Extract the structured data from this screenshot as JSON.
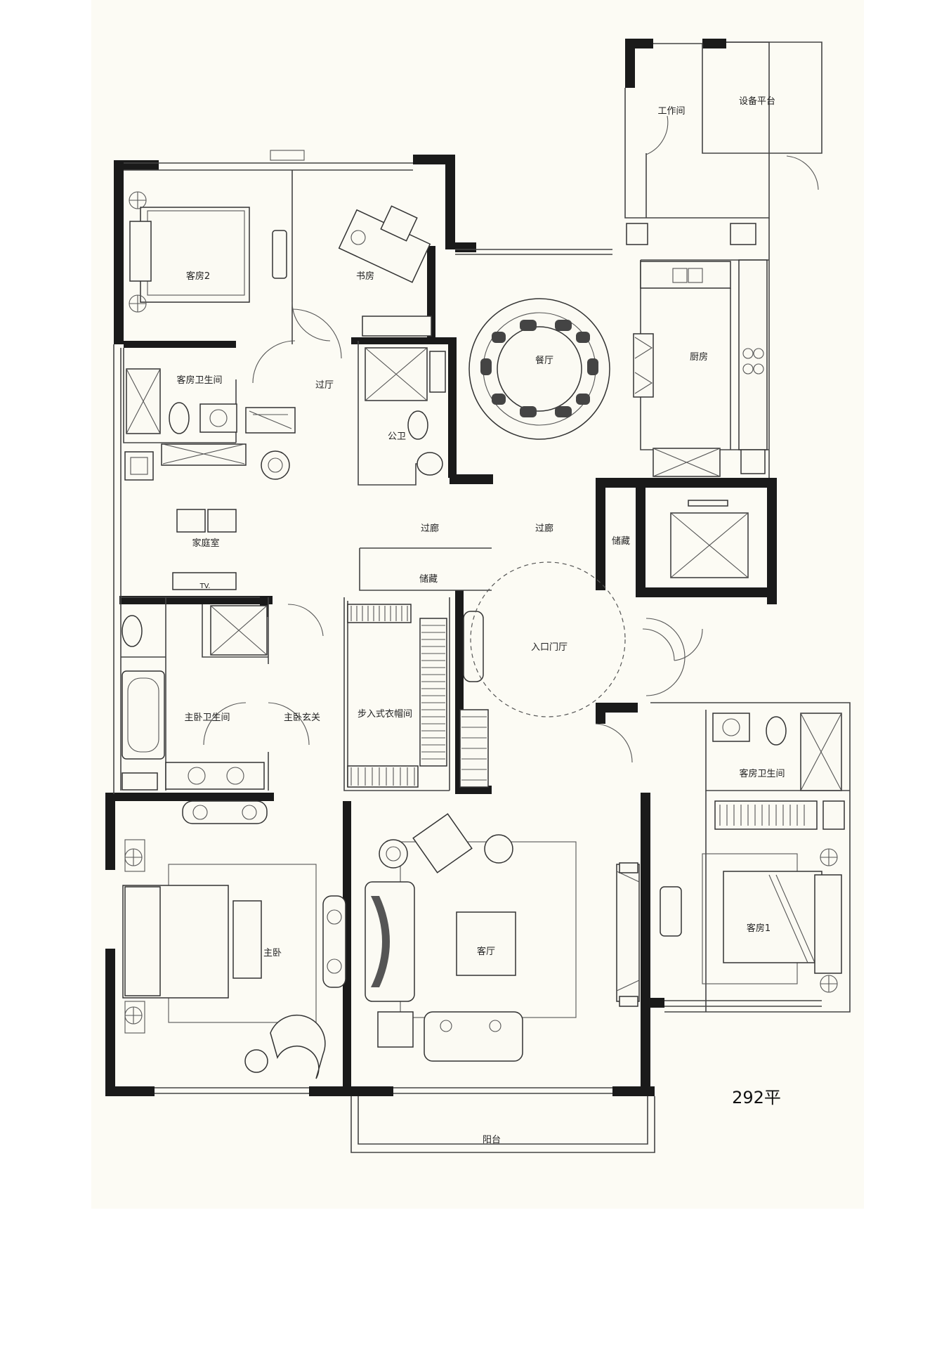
{
  "area_label": "292平",
  "rooms": {
    "work_room": "工作间",
    "equipment_platform": "设备平台",
    "guest_room_2": "客房2",
    "study": "书房",
    "guest_bathroom_upper": "客房卫生间",
    "hall": "过厅",
    "public_bathroom": "公卫",
    "dining_room": "餐厅",
    "kitchen": "厨房",
    "family_room": "家庭室",
    "corridor_left": "过廊",
    "corridor_right": "过廊",
    "storage_right": "储藏",
    "storage_center": "储藏",
    "tv": "TV.",
    "entrance_hall": "入口门厅",
    "master_bathroom": "主卧卫生间",
    "master_foyer": "主卧玄关",
    "walk_in_closet": "步入式衣帽间",
    "guest_bathroom_lower": "客房卫生间",
    "master_bedroom": "主卧",
    "living_room": "客厅",
    "guest_room_1": "客房1",
    "balcony": "阳台"
  }
}
